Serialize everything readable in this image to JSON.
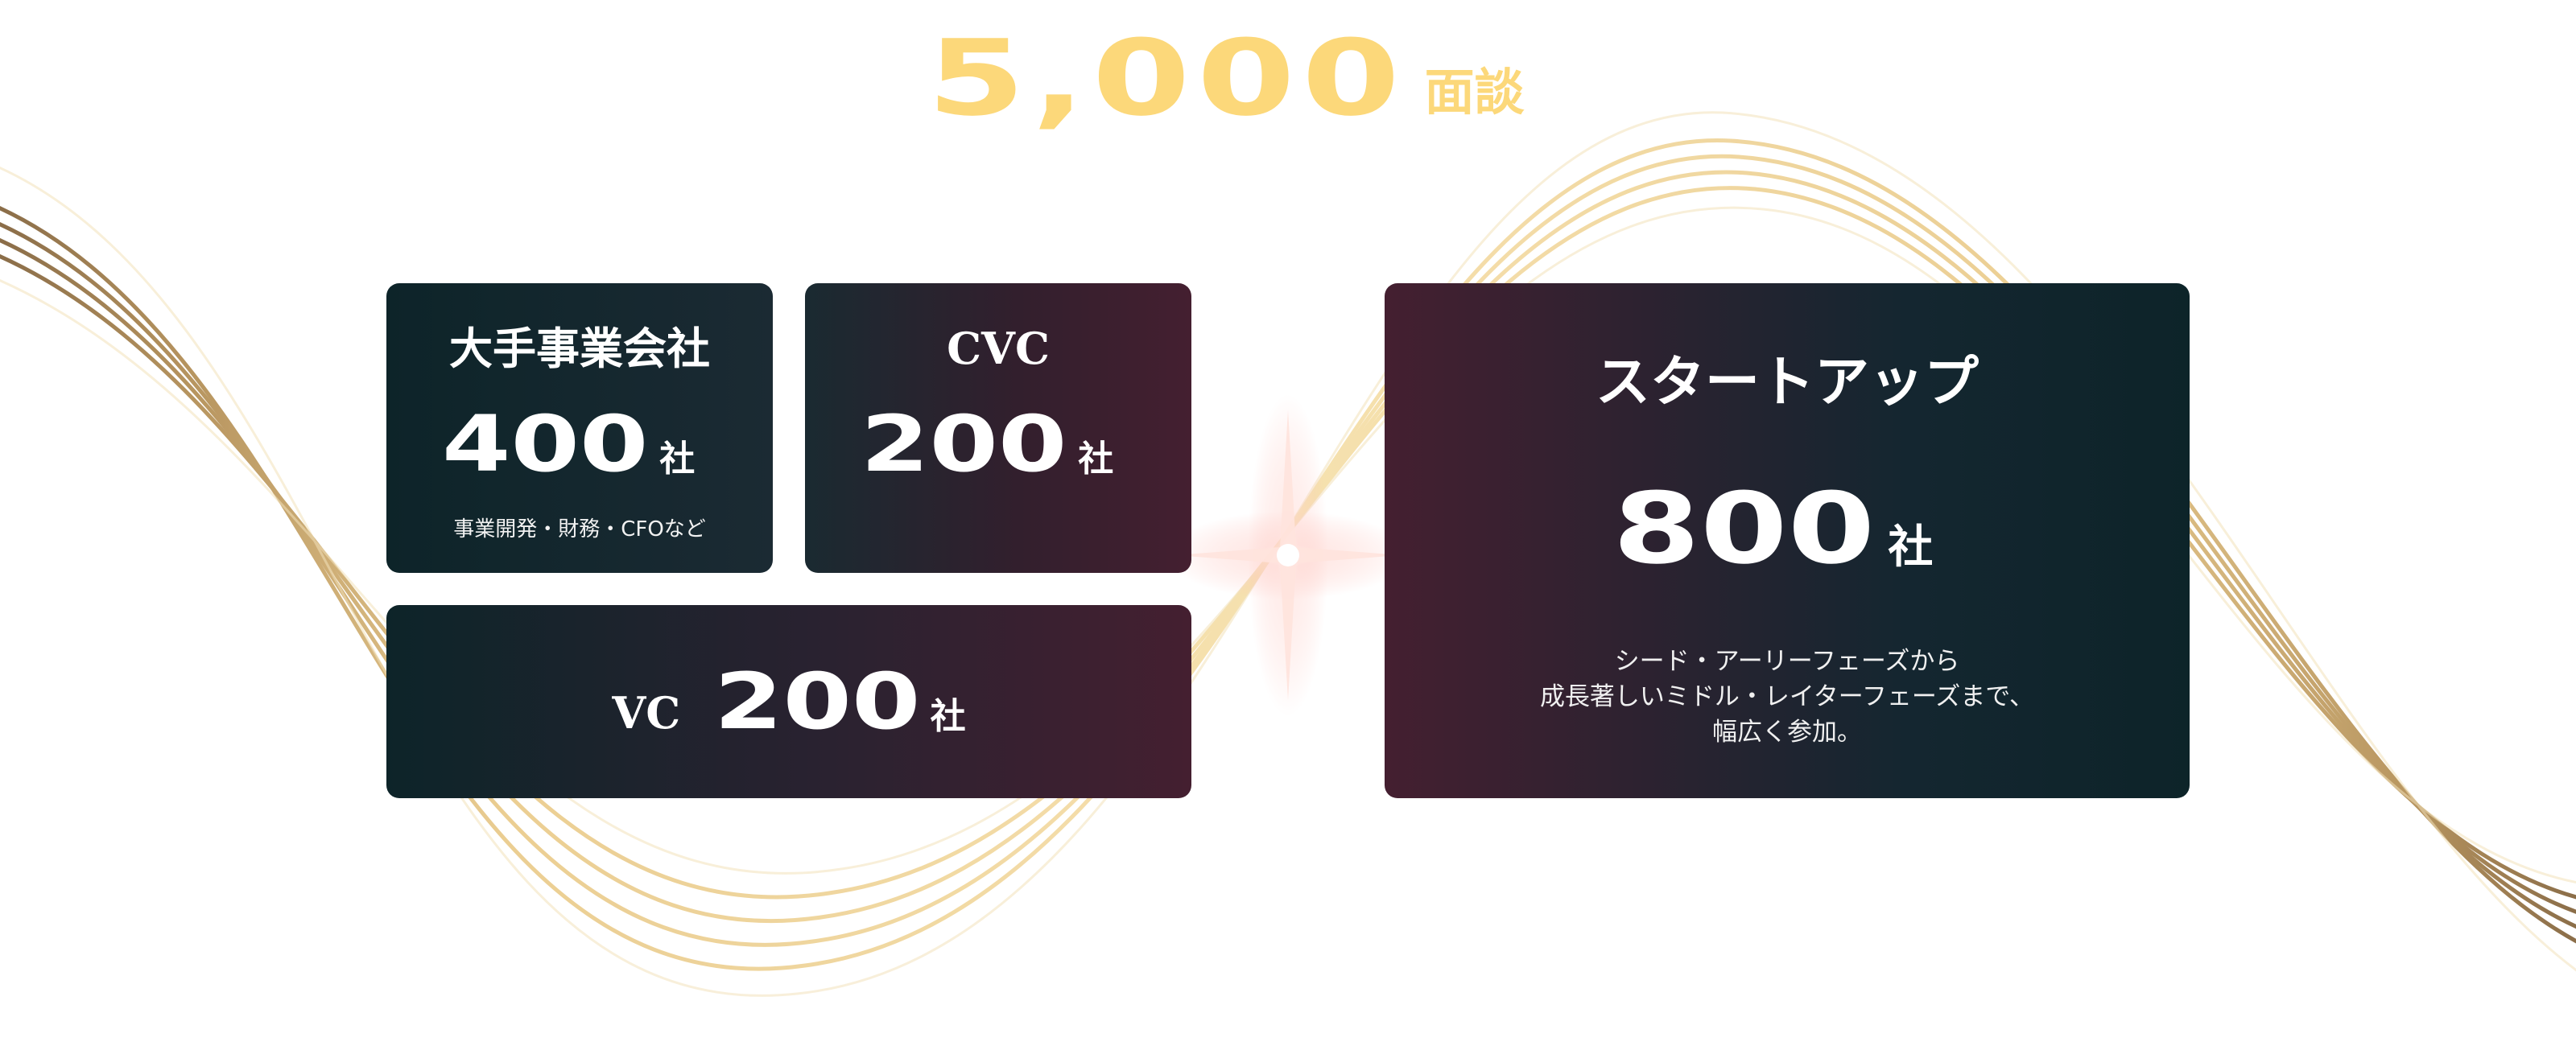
{
  "headline": {
    "count": "5,000",
    "unit": "面談"
  },
  "cards": [
    {
      "title": "大手事業会社",
      "value": "400",
      "suffix": "社",
      "note": "事業開発・財務・CFOなど"
    },
    {
      "title": "CVC",
      "value": "200",
      "suffix": "社"
    },
    {
      "title": "VC",
      "value": "200",
      "suffix": "社"
    },
    {
      "title": "スタートアップ",
      "value": "800",
      "suffix": "社",
      "description": [
        "シード・アーリーフェーズから",
        "成長著しいミドル・レイターフェーズまで、",
        "幅広く参加。"
      ]
    }
  ],
  "colors": {
    "headline": "#fcd87a",
    "card_dark_teal": "#0d2429",
    "card_dark_maroon": "#441f30",
    "wave_gold": "#e9c987",
    "wave_bronze": "#7a5a33"
  }
}
